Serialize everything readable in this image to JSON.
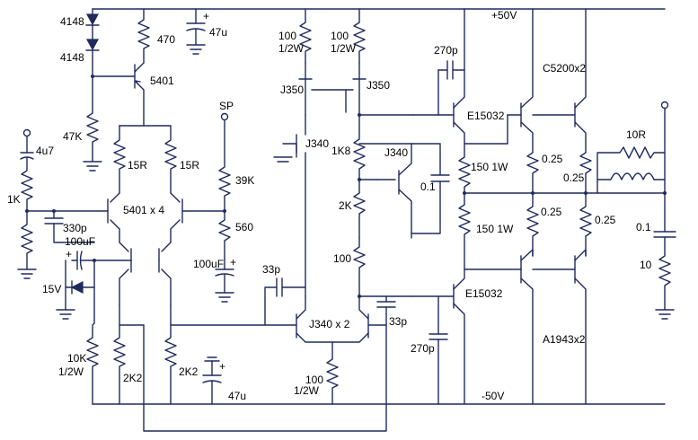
{
  "labels": {
    "d1": "4148",
    "d2": "4148",
    "r470": "470",
    "c47u_top": "47u",
    "q5401": "5401",
    "r47k": "47K",
    "in_cap": "4u7",
    "r1k": "1K",
    "r15r_a": "15R",
    "r15r_b": "15R",
    "pair": "5401 x 4",
    "c330p": "330p",
    "c100uf_a": "100uF",
    "zener": "15V",
    "sp": "SP",
    "r39k": "39K",
    "r560": "560",
    "c100uf_b": "100uF",
    "r100_a_val": "100",
    "r100_a_w": "1/2W",
    "r100_b_val": "100",
    "r100_b_w": "1/2W",
    "j350_a": "J350",
    "j350_b": "J350",
    "j340_a": "J340",
    "r1k8": "1K8",
    "j340_b": "J340",
    "r2k": "2K",
    "c01_a": "0.1",
    "r100_c": "100",
    "c33p_a": "33p",
    "c33p_b": "33p",
    "j340x2": "J340 x 2",
    "r100_d_val": "100",
    "r100_d_w": "1/2W",
    "r10k_val": "10K",
    "r10k_w": "1/2W",
    "r2k2_a": "2K2",
    "r2k2_b": "2K2",
    "c47u_bottom": "47u",
    "vpos": "+50V",
    "vneg": "-50V",
    "c270p_top": "270p",
    "c270p_bottom": "270p",
    "e15032_top": "E15032",
    "e15032_bottom": "E15032",
    "r150_a": "150 1W",
    "r150_b": "150 1W",
    "r025_a": "0.25",
    "r025_b": "0.25",
    "r025_c": "0.25",
    "r025_d": "0.25",
    "c5200": "C5200x2",
    "a1943": "A1943x2",
    "r10r": "10R",
    "c01_b": "0.1",
    "r10": "10",
    "plus_a": "+",
    "plus_b": "+",
    "plus_c": "+",
    "plus_d": "+"
  }
}
